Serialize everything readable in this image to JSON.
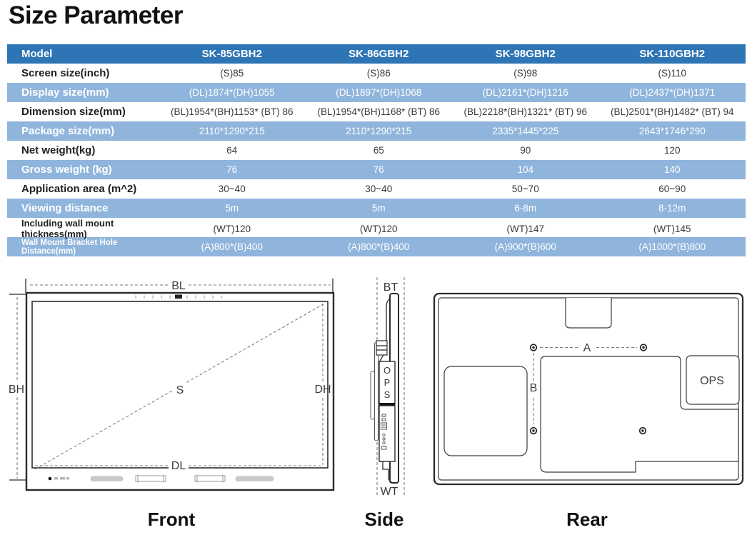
{
  "page": {
    "title": "Size Parameter"
  },
  "colors": {
    "header_bg": "#2E75B6",
    "alt_row_bg": "#90B5DC",
    "header_text": "#FFFFFF",
    "body_text": "#3A3A3A"
  },
  "table": {
    "header": {
      "label": "Model",
      "models": [
        "SK-85GBH2",
        "SK-86GBH2",
        "SK-98GBH2",
        "SK-110GBH2"
      ]
    },
    "rows": [
      {
        "label": "Screen size(inch)",
        "values": [
          "(S)85",
          "(S)86",
          "(S)98",
          "(S)110"
        ]
      },
      {
        "label": "Display size(mm)",
        "values": [
          "(DL)1874*(DH)1055",
          "(DL)1897*(DH)1068",
          "(DL)2161*(DH)1216",
          "(DL)2437*(DH)1371"
        ]
      },
      {
        "label": "Dimension size(mm)",
        "values": [
          "(BL)1954*(BH)1153* (BT) 86",
          "(BL)1954*(BH)1168* (BT) 86",
          "(BL)2218*(BH)1321* (BT) 96",
          "(BL)2501*(BH)1482* (BT) 94"
        ]
      },
      {
        "label": "Package size(mm)",
        "values": [
          "2110*1290*215",
          "2110*1290*215",
          "2335*1445*225",
          "2643*1746*290"
        ]
      },
      {
        "label": "Net weight(kg)",
        "values": [
          "64",
          "65",
          "90",
          "120"
        ]
      },
      {
        "label": "Gross weight (kg)",
        "values": [
          "76",
          "76",
          "104",
          "140"
        ]
      },
      {
        "label": "Application area (m^2)",
        "values": [
          "30~40",
          "30~40",
          "50~70",
          "60~90"
        ]
      },
      {
        "label": "Viewing distance",
        "values": [
          "5m",
          "5m",
          "6-8m",
          "8-12m"
        ]
      },
      {
        "label": "Including wall mount thickness(mm)",
        "values": [
          "(WT)120",
          "(WT)120",
          "(WT)147",
          "(WT)145"
        ]
      },
      {
        "label": "Wall Mount Bracket Hole Distance(mm)",
        "values": [
          "(A)800*(B)400",
          "(A)800*(B)400",
          "(A)900*(B)600",
          "(A)1000*(B)800"
        ]
      }
    ]
  },
  "diagrams": {
    "front": {
      "caption": "Front",
      "labels": {
        "bl": "BL",
        "bh": "BH",
        "dh": "DH",
        "dl": "DL",
        "s": "S"
      }
    },
    "side": {
      "caption": "Side",
      "labels": {
        "bt": "BT",
        "wt": "WT"
      },
      "ops_letters": [
        "O",
        "P",
        "S"
      ]
    },
    "rear": {
      "caption": "Rear",
      "labels": {
        "a": "A",
        "b": "B",
        "ops": "OPS"
      }
    }
  }
}
